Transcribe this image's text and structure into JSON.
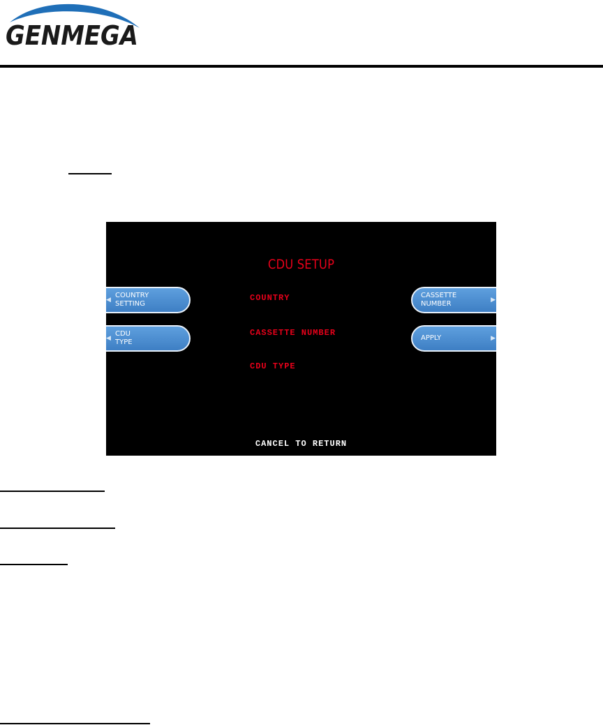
{
  "brand": {
    "name": "GENMEGA",
    "colors": {
      "swoosh": "#1f6fb8",
      "wordmark": "#1a1a1a"
    }
  },
  "atm_screen": {
    "title": "CDU SETUP",
    "menu_items": [
      "COUNTRY",
      "CASSETTE NUMBER",
      "CDU TYPE"
    ],
    "footer": "CANCEL TO RETURN",
    "left_buttons": [
      {
        "line1": "COUNTRY",
        "line2": "SETTING"
      },
      {
        "line1": "CDU",
        "line2": "TYPE"
      }
    ],
    "right_buttons": [
      {
        "line1": "CASSETTE",
        "line2": "NUMBER"
      },
      {
        "line1": "APPLY",
        "line2": ""
      }
    ],
    "colors": {
      "background": "#000000",
      "title": "#e8001a",
      "menu": "#e8001a",
      "footer": "#ffffff",
      "button": "#4a8fd4"
    }
  }
}
